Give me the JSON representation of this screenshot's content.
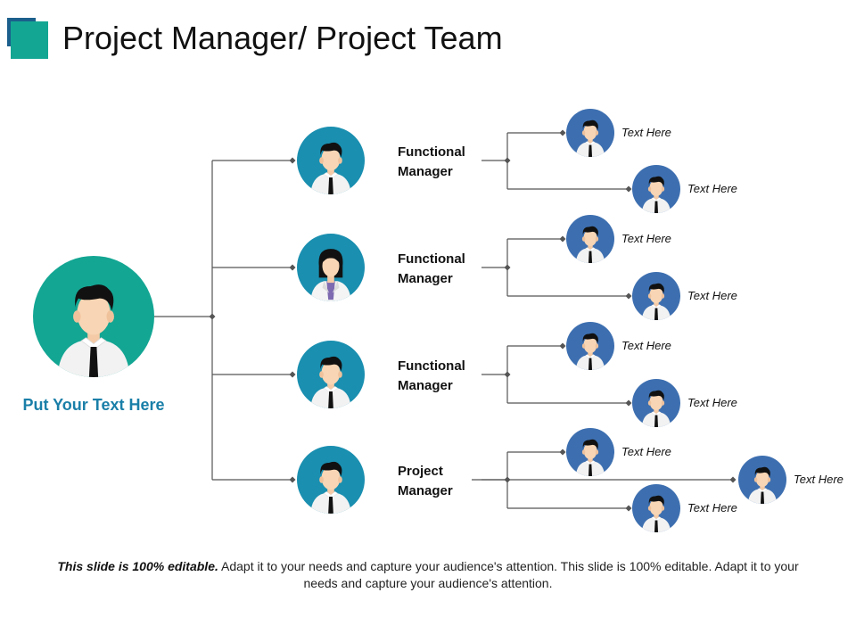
{
  "slide": {
    "title": "Project Manager/ Project Team",
    "root_label": "Put Your Text Here",
    "footer_bold": "This slide is 100% editable.",
    "footer_rest": " Adapt it to your needs and capture your audience's attention. This slide is 100% editable. Adapt it to your needs and capture your audience's attention."
  },
  "managers": [
    {
      "label": "Functional Manager",
      "avatar": "male-avatar-icon"
    },
    {
      "label": "Functional Manager",
      "avatar": "female-avatar-icon"
    },
    {
      "label": "Functional Manager",
      "avatar": "male-avatar-icon"
    },
    {
      "label": "Project Manager",
      "avatar": "male-avatar-icon"
    }
  ],
  "members": [
    {
      "label": "Text Here"
    },
    {
      "label": "Text Here"
    },
    {
      "label": "Text Here"
    },
    {
      "label": "Text Here"
    },
    {
      "label": "Text Here"
    },
    {
      "label": "Text Here"
    },
    {
      "label": "Text Here"
    },
    {
      "label": "Text Here"
    },
    {
      "label": "Text Here"
    }
  ],
  "colors": {
    "root_circle": "#13a693",
    "manager_circle": "#1a8fb0",
    "member_circle": "#3d6fb0",
    "connector": "#555555",
    "accent_text": "#1a7fa8"
  }
}
